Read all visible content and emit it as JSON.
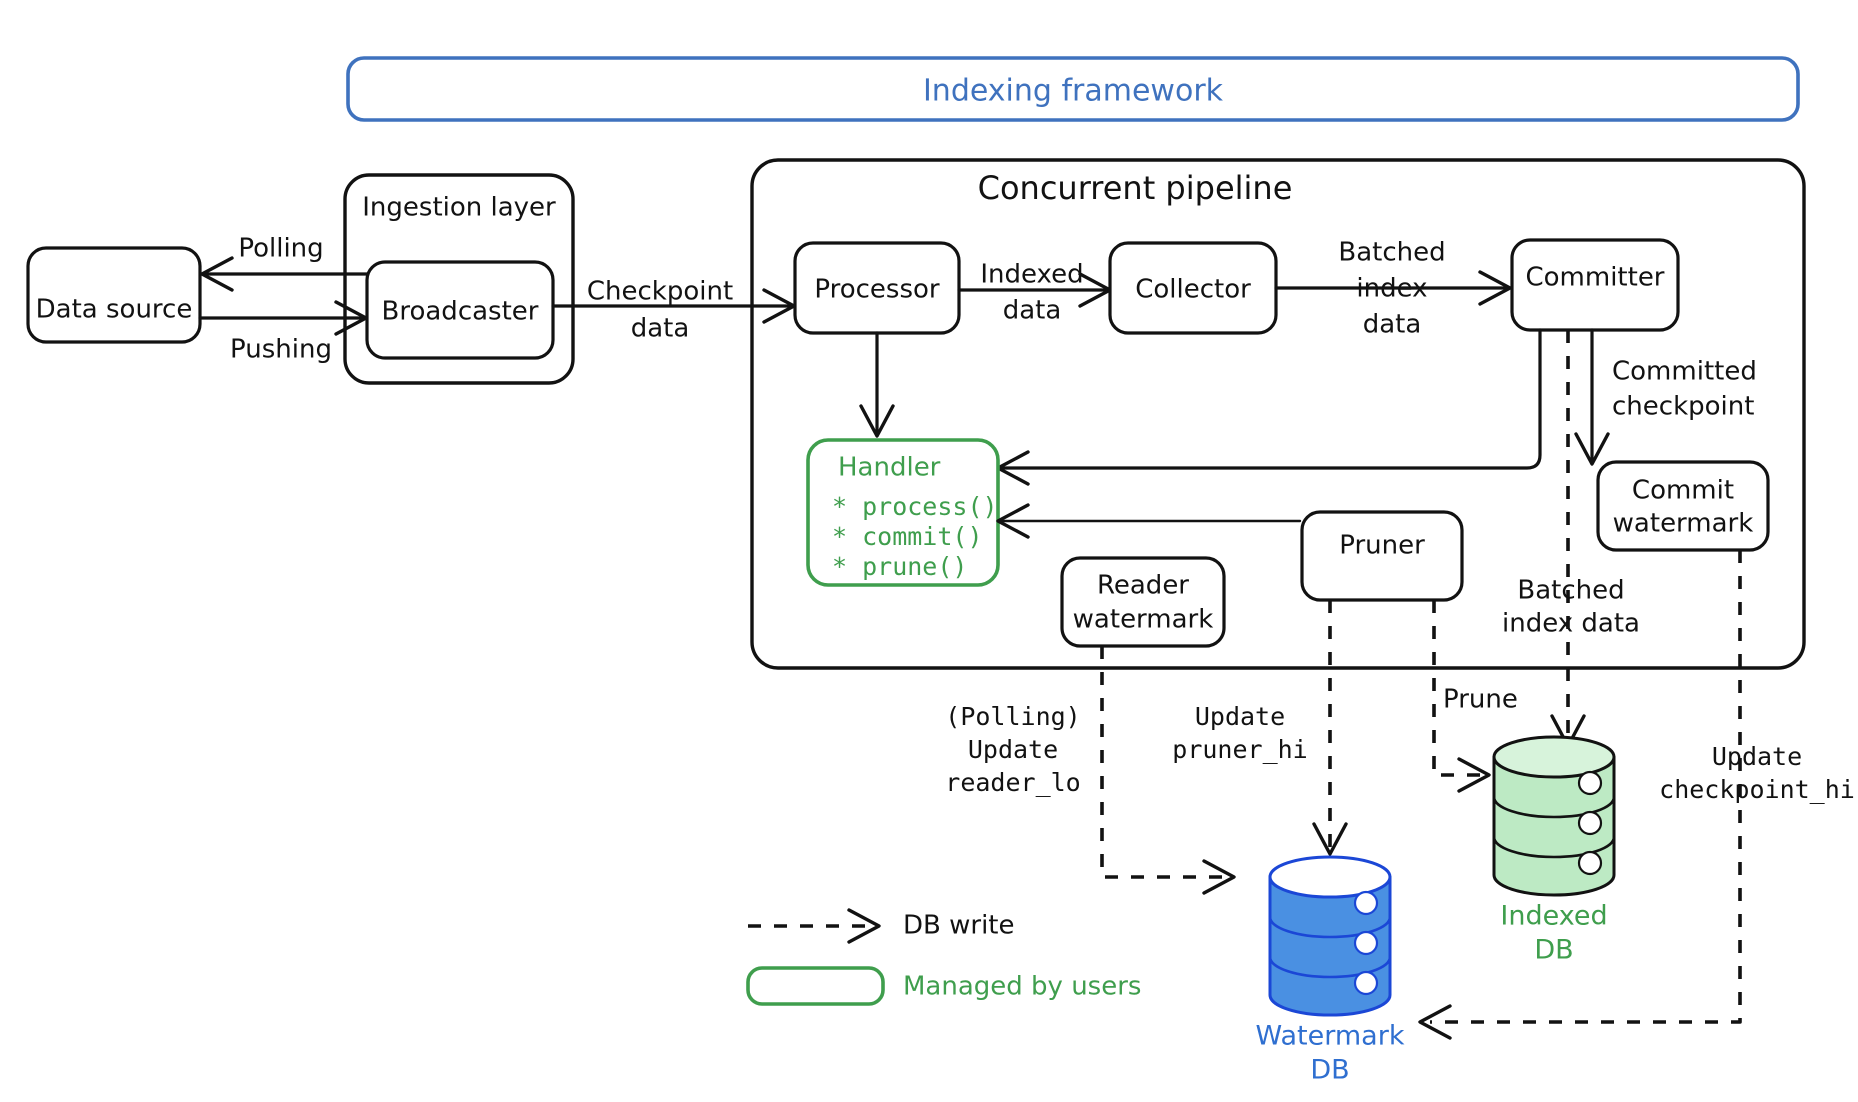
{
  "frame": {
    "title": "Indexing framework",
    "color": "#3f72be"
  },
  "ingestion": {
    "title": "Ingestion layer",
    "broadcaster": "Broadcaster"
  },
  "data_source": {
    "label": "Data source"
  },
  "edges": {
    "polling": "Polling",
    "pushing": "Pushing",
    "checkpoint_data_l1": "Checkpoint",
    "checkpoint_data_l2": "data",
    "indexed_data_l1": "Indexed",
    "indexed_data_l2": "data",
    "batched_index_l1": "Batched",
    "batched_index_l2": "index",
    "batched_index_l3": "data",
    "committed_checkpoint_l1": "Committed",
    "committed_checkpoint_l2": "checkpoint",
    "batched_index_data_l1": "Batched",
    "batched_index_data_l2": "index data",
    "prune": "Prune",
    "polling_update_l1": "(Polling)",
    "polling_update_l2": "Update",
    "polling_update_l3": "reader_lo",
    "update_pruner_l1": "Update",
    "update_pruner_l2": "pruner_hi",
    "update_checkpoint_l1": "Update",
    "update_checkpoint_l2": "checkpoint_hi"
  },
  "pipeline": {
    "title": "Concurrent pipeline",
    "processor": "Processor",
    "collector": "Collector",
    "committer": "Committer",
    "commit_watermark_l1": "Commit",
    "commit_watermark_l2": "watermark",
    "reader_watermark_l1": "Reader",
    "reader_watermark_l2": "watermark",
    "pruner": "Pruner"
  },
  "handler": {
    "title": "Handler",
    "methods": [
      "* process()",
      "* commit()",
      "* prune()"
    ],
    "color": "#3f9e4d"
  },
  "databases": {
    "indexed": {
      "label_l1": "Indexed",
      "label_l2": "DB",
      "color": "#3f9e4d",
      "fill": "#bdeac4"
    },
    "watermark": {
      "label_l1": "Watermark",
      "label_l2": "DB",
      "color": "#2f6fd0",
      "fill": "#4a90e2"
    }
  },
  "legend": {
    "db_write": "DB write",
    "managed_by_users": "Managed by users"
  }
}
